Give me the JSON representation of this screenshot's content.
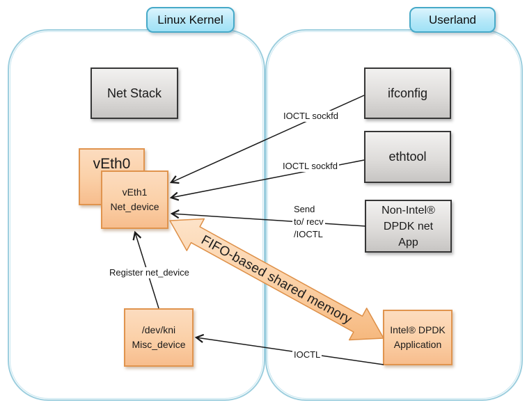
{
  "regions": {
    "kernel": {
      "label": "Linux Kernel"
    },
    "userland": {
      "label": "Userland"
    }
  },
  "nodes": {
    "net_stack": {
      "label": "Net Stack"
    },
    "ifconfig": {
      "label": "ifconfig"
    },
    "ethtool": {
      "label": "ethtool"
    },
    "non_intel_app": {
      "lines": [
        "Non-Intel®",
        "DPDK net",
        "App"
      ]
    },
    "veth0": {
      "label": "vEth0"
    },
    "veth1": {
      "lines": [
        "vEth1",
        "Net_device"
      ]
    },
    "dev_kni": {
      "lines": [
        "/dev/kni",
        "Misc_device"
      ]
    },
    "intel_app": {
      "lines": [
        "Intel® DPDK",
        "Application"
      ]
    }
  },
  "edge_labels": {
    "ioctl_sockfd_1": "IOCTL sockfd",
    "ioctl_sockfd_2": "IOCTL sockfd",
    "send_recv": {
      "lines": [
        "Send",
        "to/ recv",
        "/IOCTL"
      ]
    },
    "register_net_device": "Register net_device",
    "ioctl": "IOCTL",
    "fifo": "FIFO-based shared memory"
  },
  "colors": {
    "container_border": "#9ccede",
    "badge_fill": "#b6e8f8",
    "badge_border": "#46a9c8",
    "gray_node_fill": "#dedcda",
    "gray_node_border": "#363636",
    "orange_node_fill": "#fbd1a9",
    "orange_node_border": "#e0944e",
    "arrow_line": "#1a1a1a",
    "fifo_fill": "#fbd2ab",
    "fifo_border": "#dd8f47"
  }
}
